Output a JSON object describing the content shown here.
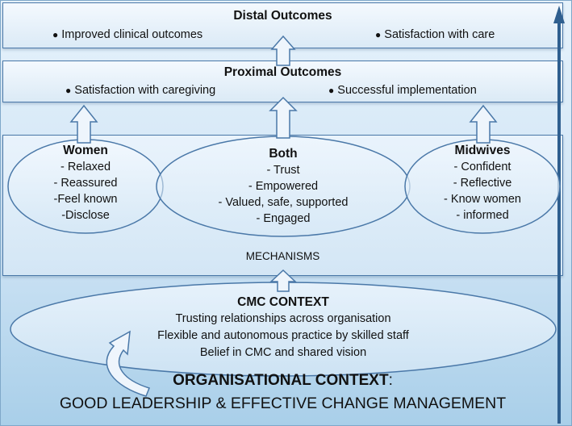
{
  "distal": {
    "title": "Distal Outcomes",
    "items": [
      "Improved clinical outcomes",
      "Satisfaction with care"
    ]
  },
  "proximal": {
    "title": "Proximal Outcomes",
    "items": [
      "Satisfaction with caregiving",
      "Successful implementation"
    ]
  },
  "women": {
    "title": "Women",
    "items": [
      "- Relaxed",
      "- Reassured",
      "-Feel known",
      "-Disclose"
    ]
  },
  "both": {
    "title": "Both",
    "items": [
      "- Trust",
      "- Empowered",
      "- Valued, safe, supported",
      "- Engaged"
    ]
  },
  "midwives": {
    "title": "Midwives",
    "items": [
      "- Confident",
      "- Reflective",
      "- Know women",
      "- informed"
    ]
  },
  "mechanisms_label": "MECHANISMS",
  "cmc": {
    "title": "CMC CONTEXT",
    "items": [
      "Trusting relationships across organisation",
      "Flexible and autonomous practice by skilled staff",
      "Belief in CMC and shared vision"
    ]
  },
  "org": {
    "title": "ORGANISATIONAL CONTEXT",
    "title_suffix": ":",
    "subtitle": "GOOD LEADERSHIP & EFFECTIVE CHANGE MANAGEMENT"
  },
  "bullet": "●",
  "colors": {
    "border": "#4a78a8",
    "arrow_fill": "#eef5fc",
    "side_arrow": "#2f5f8f"
  }
}
